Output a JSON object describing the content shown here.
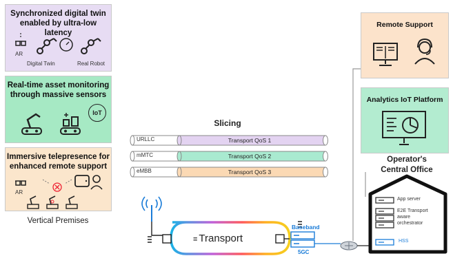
{
  "panels": {
    "digital_twin": {
      "title_line1": "Synchronized digital twin",
      "title_line2": "enabled by ultra-low latency",
      "label_ar": "AR",
      "label_twin": "Digital Twin",
      "label_robot": "Real Robot",
      "bg": "#e7dcf3"
    },
    "monitoring": {
      "title_line1": "Real-time asset monitoring",
      "title_line2": "through massive sensors",
      "label_iot": "IoT",
      "bg": "#a6e9c4"
    },
    "telepresence": {
      "title_line1": "Immersive telepresence for",
      "title_line2": "enhanced remote support",
      "label_ar": "AR",
      "bg": "#fbe6cc"
    },
    "vertical_premises": "Vertical Premises"
  },
  "slicing": {
    "title": "Slicing",
    "slices": [
      {
        "name": "URLLC",
        "body": "Transport QoS 1",
        "color": "#e3d3f1"
      },
      {
        "name": "mMTC",
        "body": "Transport QoS 2",
        "color": "#a9ead0"
      },
      {
        "name": "eMBB",
        "body": "Transport QoS 3",
        "color": "#fbd9b4"
      }
    ]
  },
  "transport": {
    "label": "Transport",
    "baseband": "Baseband",
    "baseband_sub": "5GC"
  },
  "right": {
    "remote_support": {
      "title": "Remote Support",
      "bg": "#fce3cb"
    },
    "analytics": {
      "title": "Analytics IoT Platform",
      "bg": "#b3ecd0"
    },
    "office_line1": "Operator's",
    "office_line2": "Central Office",
    "servers": [
      {
        "label": "App server"
      },
      {
        "label": "E2E Transport aware orchestrator"
      },
      {
        "label": "HSS"
      }
    ]
  }
}
